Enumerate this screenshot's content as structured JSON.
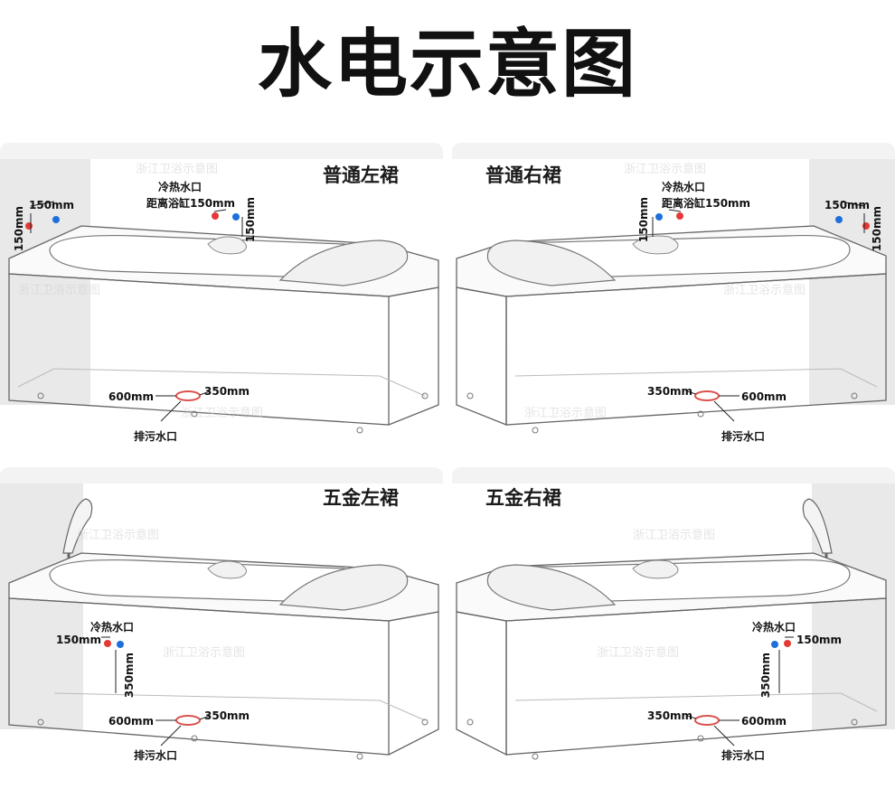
{
  "title": "水电示意图",
  "watermark": "浙江卫浴示意图",
  "labels": {
    "hot_cold_inlet": "冷热水口",
    "inlet_distance": "距离浴缸150mm",
    "drain": "排污水口"
  },
  "dims": {
    "d150": "150mm",
    "d350": "350mm",
    "d600": "600mm"
  },
  "panels": [
    {
      "id": "standard-left",
      "name": "普通左裙"
    },
    {
      "id": "standard-right",
      "name": "普通右裙"
    },
    {
      "id": "hardware-left",
      "name": "五金左裙"
    },
    {
      "id": "hardware-right",
      "name": "五金右裙"
    }
  ],
  "colors": {
    "hot": "#e53935",
    "cold": "#1e6fd9",
    "drain_ring": "#d9534f",
    "wall": "#e9e9e9",
    "line": "#555555"
  }
}
